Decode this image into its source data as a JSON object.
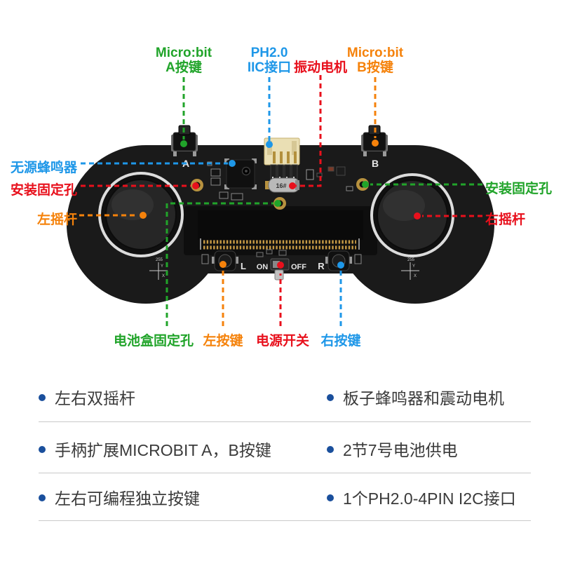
{
  "colors": {
    "green": "#21a42a",
    "blue": "#1e97e8",
    "red": "#e8101c",
    "orange": "#f5820b",
    "bullet_blue": "#1a4f9c",
    "list_text": "#3a3a3a",
    "board_black": "#1a1a1a",
    "pad_gold": "#b8923f",
    "connector_beige": "#eadfb4"
  },
  "callouts": {
    "top": [
      {
        "id": "microbit-a-button",
        "lines": [
          "Micro:bit",
          "A按键"
        ],
        "color": "green"
      },
      {
        "id": "ph20-iic-port",
        "lines": [
          "PH2.0",
          "IIC接口"
        ],
        "color": "blue"
      },
      {
        "id": "vibration-motor",
        "lines": [
          "振动电机"
        ],
        "color": "red"
      },
      {
        "id": "microbit-b-button",
        "lines": [
          "Micro:bit",
          "B按键"
        ],
        "color": "orange"
      }
    ],
    "left": [
      {
        "id": "passive-buzzer",
        "label": "无源蜂鸣器",
        "color": "blue"
      },
      {
        "id": "mounting-hole-left",
        "label": "安装固定孔",
        "color": "red"
      },
      {
        "id": "left-joystick",
        "label": "左摇杆",
        "color": "orange"
      }
    ],
    "right": [
      {
        "id": "mounting-hole-right",
        "label": "安装固定孔",
        "color": "green"
      },
      {
        "id": "right-joystick",
        "label": "右摇杆",
        "color": "red"
      }
    ],
    "bottom": [
      {
        "id": "battery-box-hole",
        "label": "电池盒固定孔",
        "color": "green"
      },
      {
        "id": "left-button",
        "label": "左按键",
        "color": "orange"
      },
      {
        "id": "power-switch",
        "label": "电源开关",
        "color": "red"
      },
      {
        "id": "right-button",
        "label": "右按键",
        "color": "blue"
      }
    ]
  },
  "board": {
    "a": "A",
    "b": "B",
    "l": "L",
    "r": "R",
    "on": "ON",
    "off": "OFF",
    "motor_mark": "16#",
    "crosshair": [
      "255",
      "Y",
      "X"
    ]
  },
  "features": {
    "rows": [
      {
        "left": "左右双摇杆",
        "right": "板子蜂鸣器和震动电机"
      },
      {
        "left": "手柄扩展MICROBIT A，B按键",
        "right": "2节7号电池供电"
      },
      {
        "left": "左右可编程独立按键",
        "right": "1个PH2.0-4PIN I2C接口"
      }
    ]
  }
}
